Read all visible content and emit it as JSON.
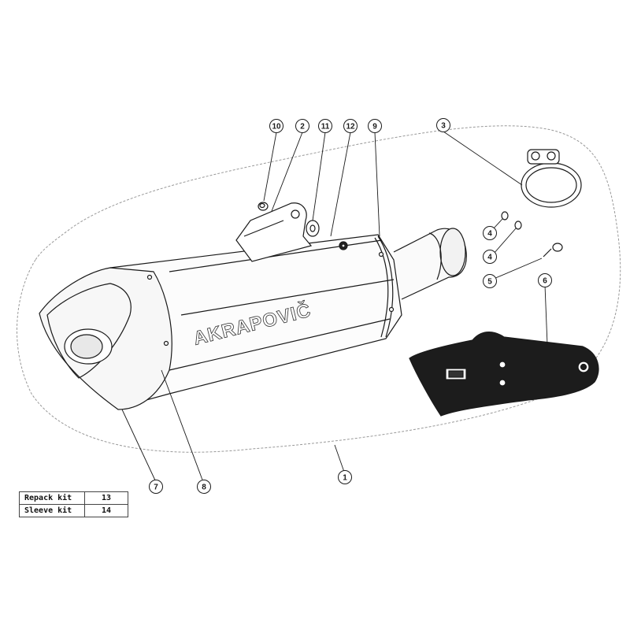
{
  "diagram": {
    "brand_logo_text": "AKRAPOVIČ",
    "callouts": [
      "10",
      "2",
      "11",
      "12",
      "9",
      "3",
      "4",
      "4",
      "5",
      "6",
      "7",
      "8",
      "1"
    ]
  },
  "kit_table": {
    "rows": [
      {
        "name": "Repack kit",
        "number": "13"
      },
      {
        "name": "Sleeve kit",
        "number": "14"
      }
    ]
  },
  "colors": {
    "line": "#1a1a1a",
    "dashed_outline": "#999999",
    "heat_shield_fill": "#1c1c1c"
  }
}
